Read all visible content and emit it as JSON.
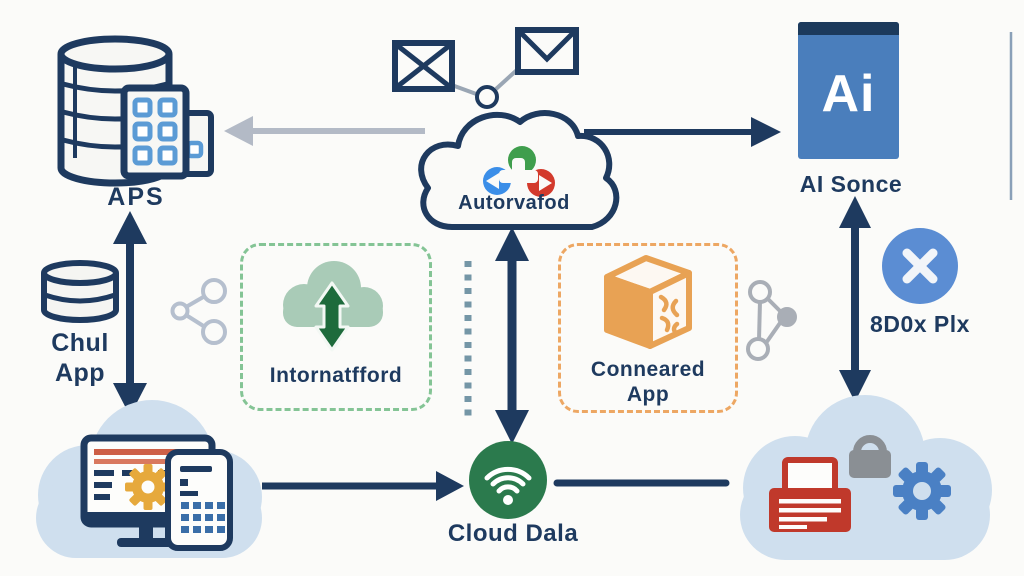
{
  "diagram": {
    "background": "#fbfbf9",
    "colors": {
      "background": "#fbfbf9",
      "navy": "#1e3a5f",
      "gray-arrow": "#b3bac6",
      "app-blue": "#5b9bd5",
      "ai-box-blue": "#4a7ebc",
      "ai-box-header": "#1c3a5c",
      "badge-blue": "#5b8dd3",
      "wifi-green": "#2b7a4d",
      "cloud-green-light": "#a9cbb7",
      "arrow-green-dark": "#1e6b3c",
      "dash-green": "#84c495",
      "dash-orange": "#eda763",
      "box-orange": "#e8a254",
      "cloud-blue-light": "#cfdfee",
      "printer-red": "#c0392b",
      "lock-gray": "#8a8f94",
      "gear-blue": "#4a80c4",
      "gear-orange": "#e6a93c",
      "dotted-teal": "#7496a6"
    },
    "nodes": {
      "servers": {
        "label": "APS",
        "icon": "database-buildings-icon"
      },
      "sync_cloud": {
        "label": "Autorvafod",
        "icon": "color-sync-cloud-icon"
      },
      "mail": {
        "icon": "envelope-icons"
      },
      "ai_source": {
        "label": "AI Sonce",
        "badge_text": "Ai",
        "icon": "ai-app-tile"
      },
      "chul_app": {
        "label": [
          "Chul",
          "App"
        ],
        "icon": "database-icon"
      },
      "internal": {
        "label": "Intornatfford",
        "icon": "cloud-transfer-icon"
      },
      "connected": {
        "label": [
          "Conneared",
          "App"
        ],
        "icon": "package-box-icon"
      },
      "pixel_badge": {
        "label": "8D0x Plx",
        "icon": "x-circle-icon"
      },
      "cloud_data": {
        "label": "Cloud Dala",
        "icon": "wifi-icon"
      },
      "devices_cloud": {
        "icon": "monitor-phone-cloud-icon"
      },
      "services_cloud": {
        "icon": "printer-lock-gear-cloud-icon"
      }
    }
  }
}
